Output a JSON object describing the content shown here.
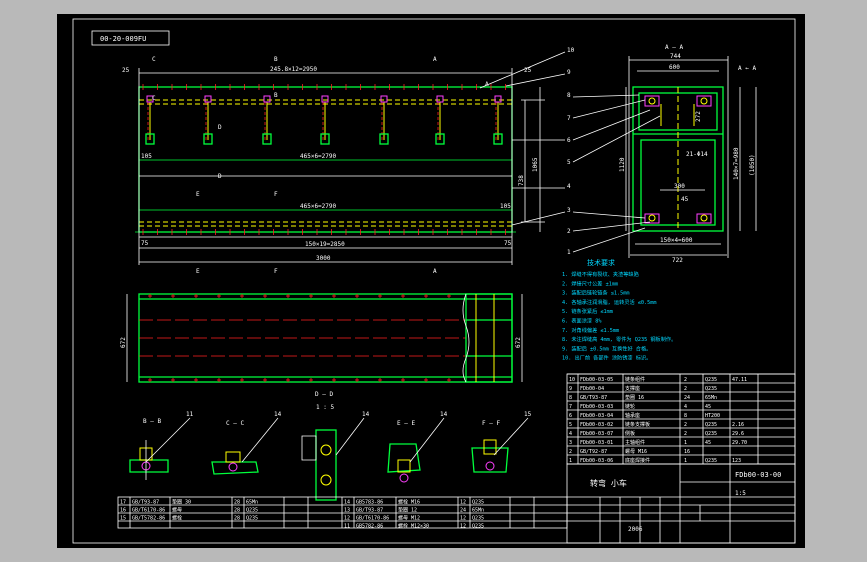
{
  "drawing": {
    "code_box": "00-20-009FU",
    "title_block": {
      "title": "转弯 小车",
      "drawing_no": "FDb00-03-00",
      "scale": "1:5",
      "date": "2006"
    },
    "section_labels": {
      "aa": "A — A",
      "bb": "B — B",
      "cc": "C — C",
      "dd": "D — D",
      "ee": "E — E",
      "ff": "F — F",
      "aa_scale": "1 : 5"
    },
    "dims": {
      "total_length": "3000",
      "top_chain": "245.8×12=2950",
      "mid_chain_1": "465×6=2790",
      "mid_chain_2": "465×6=2790",
      "bottom_chain": "150×19=2850",
      "left_end": "25",
      "right_end": "25",
      "end_75a": "75",
      "end_75b": "75",
      "side_105a": "105",
      "side_105b": "105",
      "height_1065": "1065",
      "height_738": "738",
      "sec_top_width": "744",
      "sec_inner_width": "600",
      "sec_bottom": "150×4=600",
      "sec_base": "722",
      "sec_height": "140×7=980",
      "sec_h2": "1120",
      "sec_h3": "(1050)",
      "sec_mid": "300",
      "sec_small": "45",
      "plan_width": "672",
      "plan_width_r": "672",
      "sec_272": "272",
      "sec_diam": "21-Φ14",
      "sec_right_tag": "A ← A"
    },
    "notes": {
      "heading": "技术要求",
      "lines": [
        "1. 焊缝不得有裂纹、夹渣等缺陷",
        "2. 焊接尺寸公差 ±1mm",
        "3. 装配后链轮链条 ≤1.5mm",
        "4. 各轴承注润滑脂, 运转灵活 ≤0.5mm",
        "5. 链条张紧后 ≤1mm",
        "6. 表面涂漆 8%",
        "7. 对角线偏差 ≤1.5mm",
        "8. 未注焊缝高 4mm, 零件为 Q235 钢板制作。",
        "9. 装配后 ±0.5mm 互换性好 合格。",
        "10. 出厂前 各部件 涂防锈漆 标识。"
      ]
    },
    "bom_upper": [
      {
        "no": "10",
        "code": "FDb00-03-05",
        "name": "链条组件",
        "qty": "2",
        "mat": "Q235",
        "wt": "47.11"
      },
      {
        "no": "9",
        "code": "FDb00-04",
        "name": "支撑座",
        "qty": "2",
        "mat": "Q235",
        "wt": ""
      },
      {
        "no": "8",
        "code": "GB/T93-87",
        "name": "垫圈 16",
        "qty": "24",
        "mat": "65Mn",
        "wt": ""
      },
      {
        "no": "7",
        "code": "FDb00-03-03",
        "name": "链轮",
        "qty": "4",
        "mat": "45",
        "wt": ""
      },
      {
        "no": "6",
        "code": "FDb00-03-04",
        "name": "轴承座",
        "qty": "8",
        "mat": "HT200",
        "wt": ""
      },
      {
        "no": "5",
        "code": "FDb00-03-02",
        "name": "链条支撑板",
        "qty": "2",
        "mat": "Q235",
        "wt": "2.16"
      },
      {
        "no": "4",
        "code": "FDb00-03-07",
        "name": "侧板",
        "qty": "2",
        "mat": "Q235",
        "wt": "29.6"
      },
      {
        "no": "3",
        "code": "FDb00-03-01",
        "name": "主轴组件",
        "qty": "1",
        "mat": "45",
        "wt": "29.70"
      },
      {
        "no": "2",
        "code": "GB/T92-87",
        "name": "螺母 M16",
        "qty": "16",
        "mat": "",
        "wt": ""
      },
      {
        "no": "1",
        "code": "FDb00-03-06",
        "name": "底座焊接件",
        "qty": "1",
        "mat": "Q235",
        "wt": "123"
      }
    ],
    "bom_lower": [
      {
        "no": "17",
        "code": "GB/T93-87",
        "name": "垫圈 30",
        "qty": "28",
        "mat": "65Mn"
      },
      {
        "no": "16",
        "code": "GB/T6170-86",
        "name": "螺母",
        "qty": "28",
        "mat": "Q235"
      },
      {
        "no": "15",
        "code": "GB/T5782-86",
        "name": "螺栓",
        "qty": "28",
        "mat": "Q235"
      },
      {
        "no": "14",
        "code": "GB5783-86",
        "name": "螺栓 M16",
        "qty": "12",
        "mat": "Q235"
      },
      {
        "no": "13",
        "code": "GB/T93-87",
        "name": "垫圈 12",
        "qty": "24",
        "mat": "65Mn"
      },
      {
        "no": "12",
        "code": "GB/T6170-86",
        "name": "螺母 M12",
        "qty": "12",
        "mat": "Q235"
      },
      {
        "no": "11",
        "code": "GB5782-86",
        "name": "螺栓 M12×30",
        "qty": "12",
        "mat": "Q235"
      }
    ]
  }
}
